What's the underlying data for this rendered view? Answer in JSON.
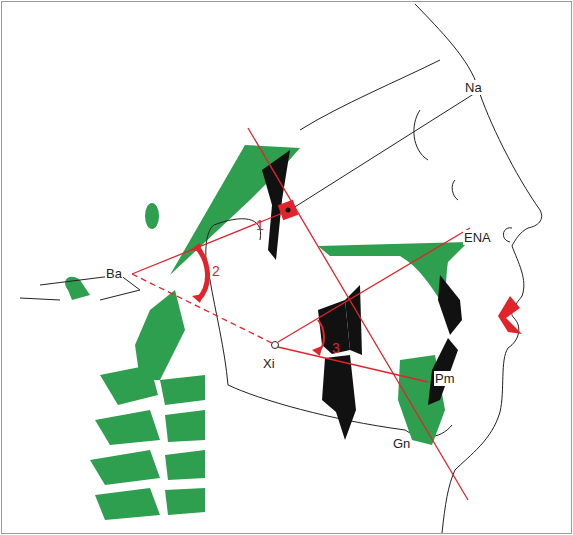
{
  "diagram": {
    "labels": [
      "Na",
      "ENA",
      "Ba",
      "1",
      "2",
      "Xi",
      "3",
      "Pm",
      "Gn"
    ]
  }
}
